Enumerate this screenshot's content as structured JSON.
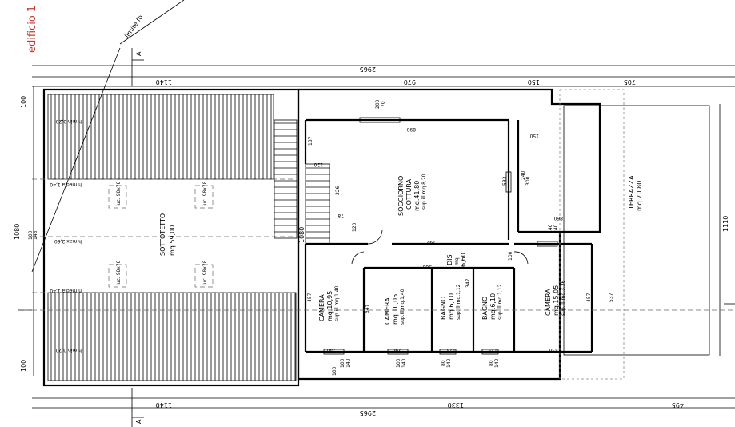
{
  "header": {
    "building_label": "edificio 1",
    "limit_label": "limite fo"
  },
  "section_marks": {
    "top": "A",
    "bottom": "A"
  },
  "dimensions": {
    "top_total": "2965",
    "top_left": "1140",
    "top_mid": "970",
    "top_mid2": "150",
    "top_right": "705",
    "bottom_total": "2965",
    "bottom_left": "1140",
    "bottom_mid": "1330",
    "bottom_right": "495",
    "left_top": "100",
    "left_mid": "1080",
    "left_bottom": "100",
    "mid_vertical": "1080",
    "right_vertical": "1110"
  },
  "rooms": {
    "sottotetto": {
      "name": "SOTTOTETTO",
      "area": "mq.59,00"
    },
    "soggiorno": {
      "name": "SOGGIORNO",
      "name2": "COTTURA",
      "area": "mq.41,80",
      "sup": "sup.ill.mq.8,20"
    },
    "terrazza": {
      "name": "TERRAZZA",
      "area": "mq.70,80"
    },
    "camera1": {
      "name": "CAMERA",
      "area": "mq.10,95",
      "sup": "sup.ill.mq.1,40"
    },
    "camera2": {
      "name": "CAMERA",
      "area": "mq.10,05",
      "sup": "sup.ill.mq.1,40"
    },
    "bagno1": {
      "name": "BAGNO",
      "area": "mq.6,10",
      "sup": "sup.ill.mq.1,12"
    },
    "bagno2": {
      "name": "BAGNO",
      "area": "mq.6,10",
      "sup": "sup.ill.mq.1,12"
    },
    "camera3": {
      "name": "CAMERA",
      "area": "mq.15,05",
      "sup": "sup.ill.mq.3,36"
    },
    "dis": {
      "name": "DIS",
      "area": "mq.",
      "area2": "6,60"
    }
  },
  "heights": {
    "hmin_top": "h.min 0,20",
    "hmedia_top": "h.media 1,40",
    "hmax": "h.max 2,60",
    "hmedia_bottom": "h.media 1,40",
    "hmin_bottom": "h.min 0,20"
  },
  "skylights": [
    "luc. 98x78",
    "luc. 98x78",
    "luc. 98x78",
    "luc. 98x78"
  ],
  "openings": {
    "sog_top": "200",
    "sog_top2": "70",
    "sog_w": "890",
    "sog_right": "240",
    "sog_right2": "300",
    "stair_a": "120",
    "stair_b": "226",
    "stair_c": "78",
    "stair_d": "120",
    "left_187": "187",
    "dim_533": "533",
    "dim_792": "792",
    "dim_860": "860",
    "dim_150": "150",
    "dim_560": "560",
    "dim_140": "140",
    "dim_240": "240",
    "dim_457a": "457",
    "dim_347a": "347",
    "dim_347b": "347",
    "dim_457b": "457",
    "dim_537": "537",
    "dim_100": "100",
    "bot_240": "240",
    "bot_290": "290",
    "bot_175a": "175",
    "bot_175b": "175",
    "bot_330": "330",
    "win_100": "100",
    "win_100b": "100",
    "win_140a": "140",
    "win_100c": "100",
    "win_140b": "140",
    "win_80a": "80",
    "win_140c": "140",
    "win_80b": "80",
    "win_140d": "140",
    "left_100": "100",
    "left_146": "146"
  }
}
